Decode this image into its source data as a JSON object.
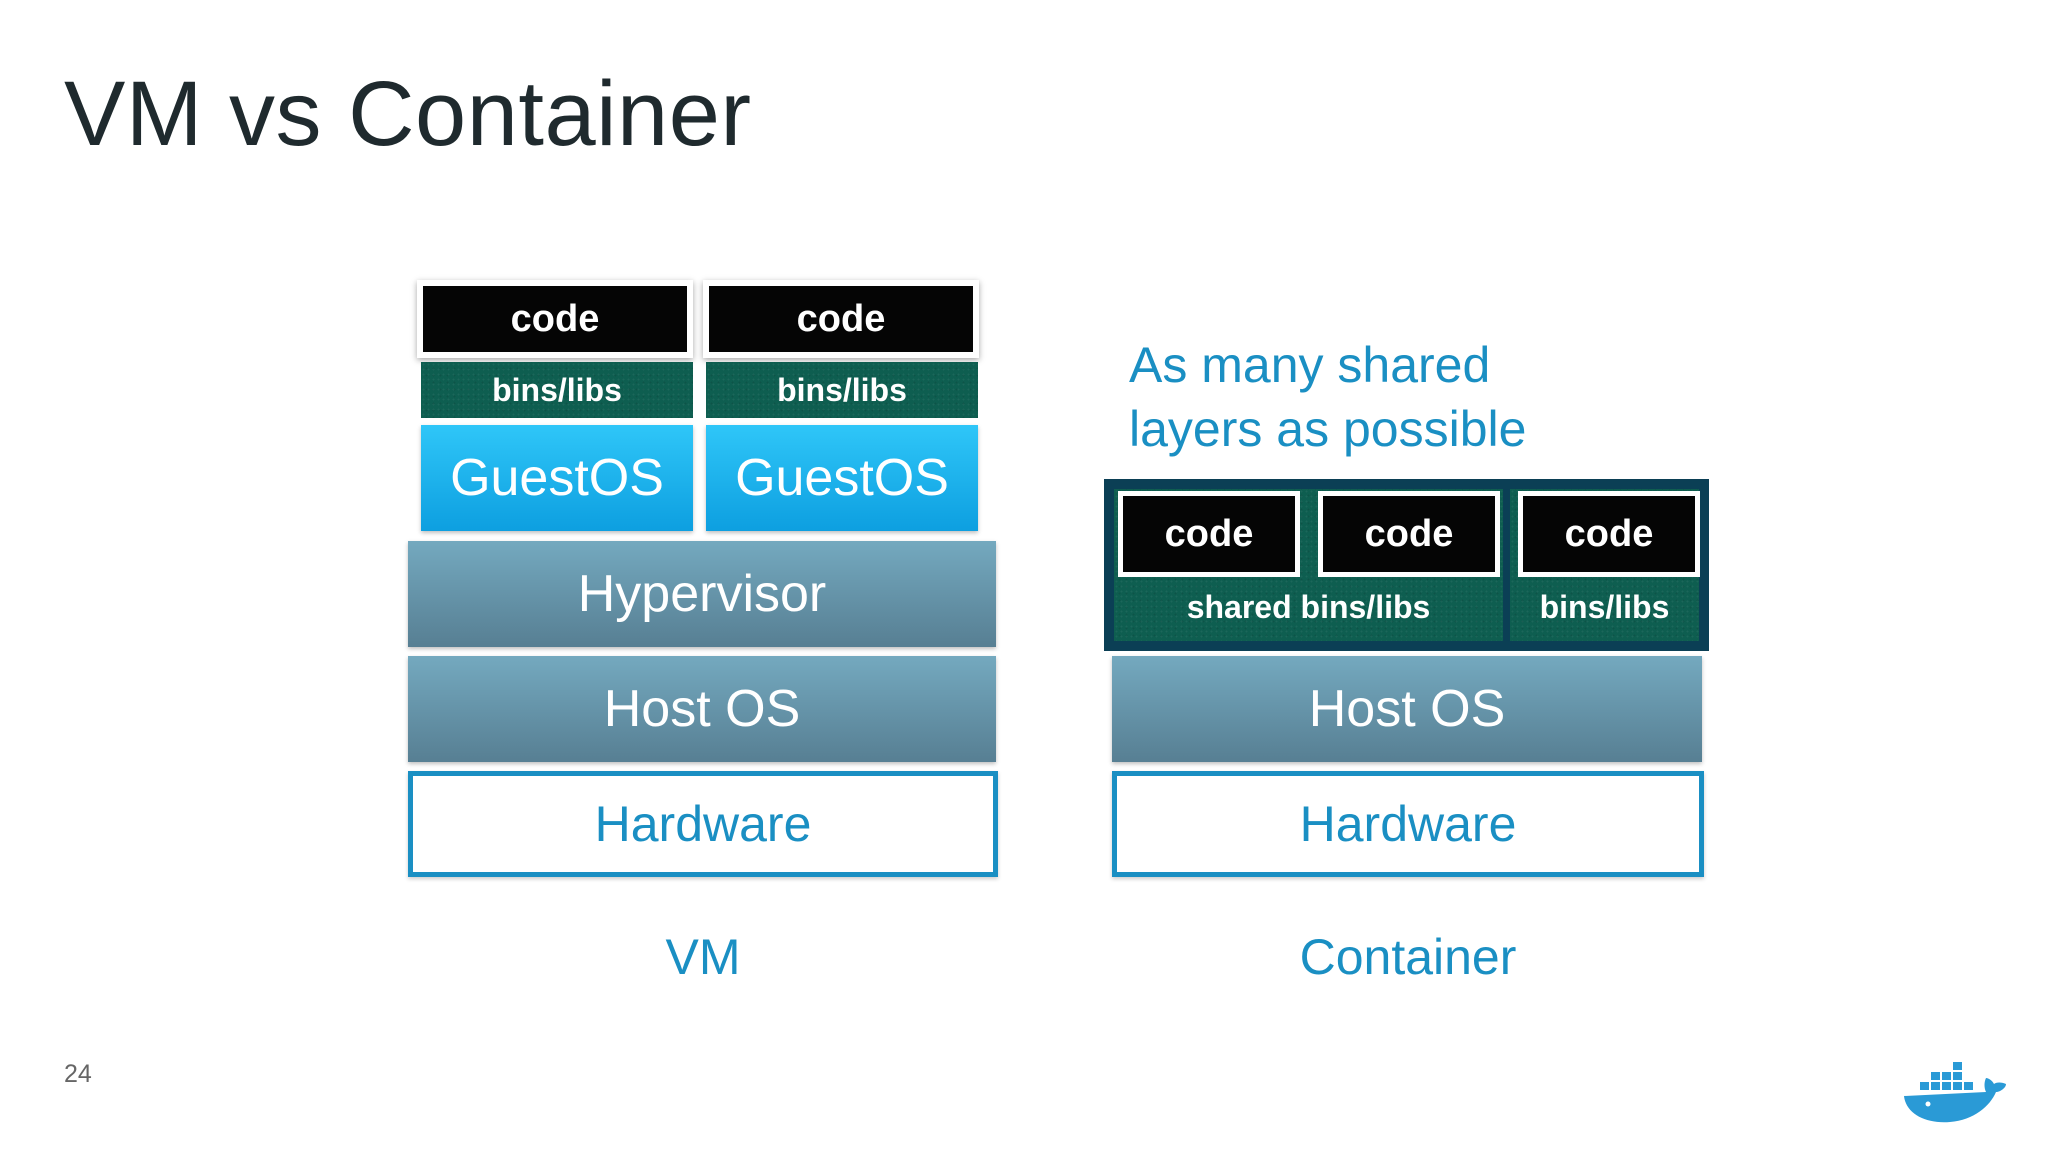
{
  "slide": {
    "title": "VM vs Container",
    "page_number": "24",
    "note_line1": "As many shared",
    "note_line2": "layers as possible"
  },
  "vm": {
    "code_1": "code",
    "code_2": "code",
    "bins_1": "bins/libs",
    "bins_2": "bins/libs",
    "guest_1": "GuestOS",
    "guest_2": "GuestOS",
    "hypervisor": "Hypervisor",
    "host_os": "Host OS",
    "hardware": "Hardware",
    "caption": "VM"
  },
  "container": {
    "code_1": "code",
    "code_2": "code",
    "code_3": "code",
    "shared_bins": "shared bins/libs",
    "bins": "bins/libs",
    "host_os": "Host OS",
    "hardware": "Hardware",
    "caption": "Container"
  },
  "colors": {
    "accent_blue": "#1a8fc3",
    "guest_blue": "#17b0ee",
    "slate": "#6795aa",
    "bins_green": "#0e5e50",
    "container_frame": "#0b3f55"
  },
  "icons": {
    "logo": "docker-whale-icon"
  }
}
